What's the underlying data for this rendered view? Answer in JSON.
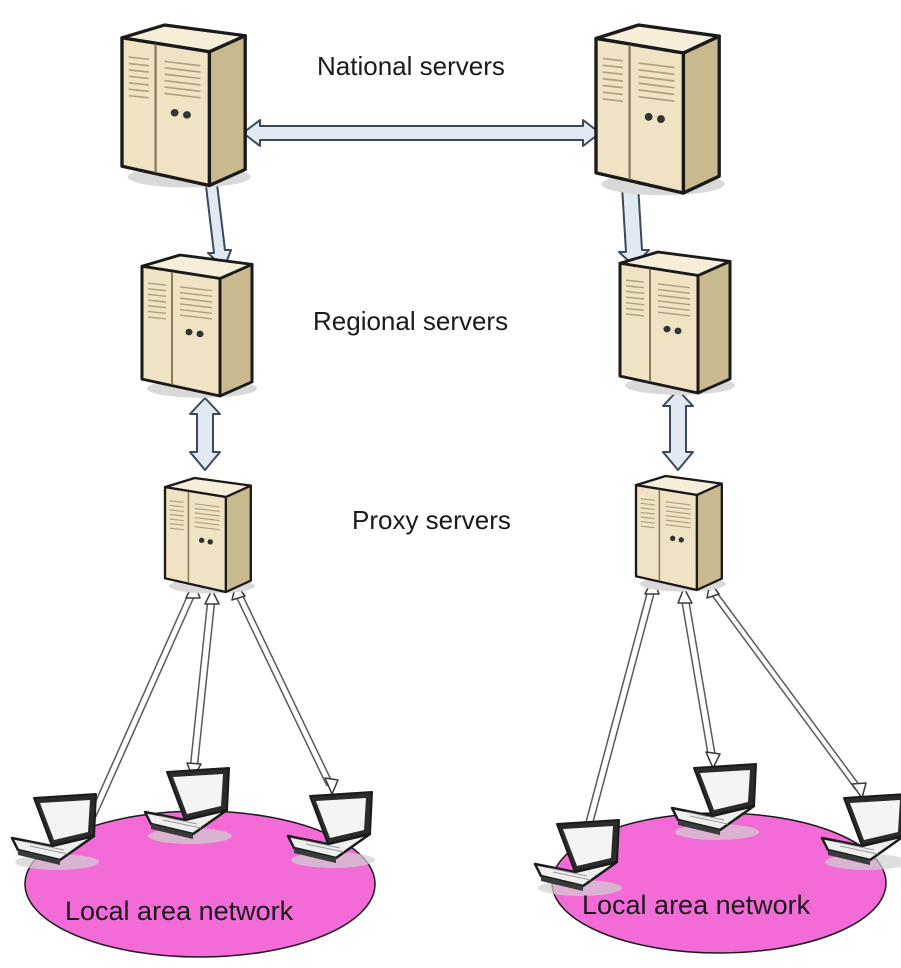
{
  "labels": {
    "national": "National servers",
    "regional": "Regional servers",
    "proxy": "Proxy servers",
    "lan_left": "Local area network",
    "lan_right": "Local area network"
  },
  "colors": {
    "server_body": "#efe3c4",
    "server_shade": "#c9b98f",
    "arrow_fill": "#e3e9f3",
    "lan_fill": "#f26bd6",
    "outline": "#1a1a1a"
  },
  "icons": {
    "server": "server-tower-icon",
    "laptop": "laptop-icon"
  }
}
